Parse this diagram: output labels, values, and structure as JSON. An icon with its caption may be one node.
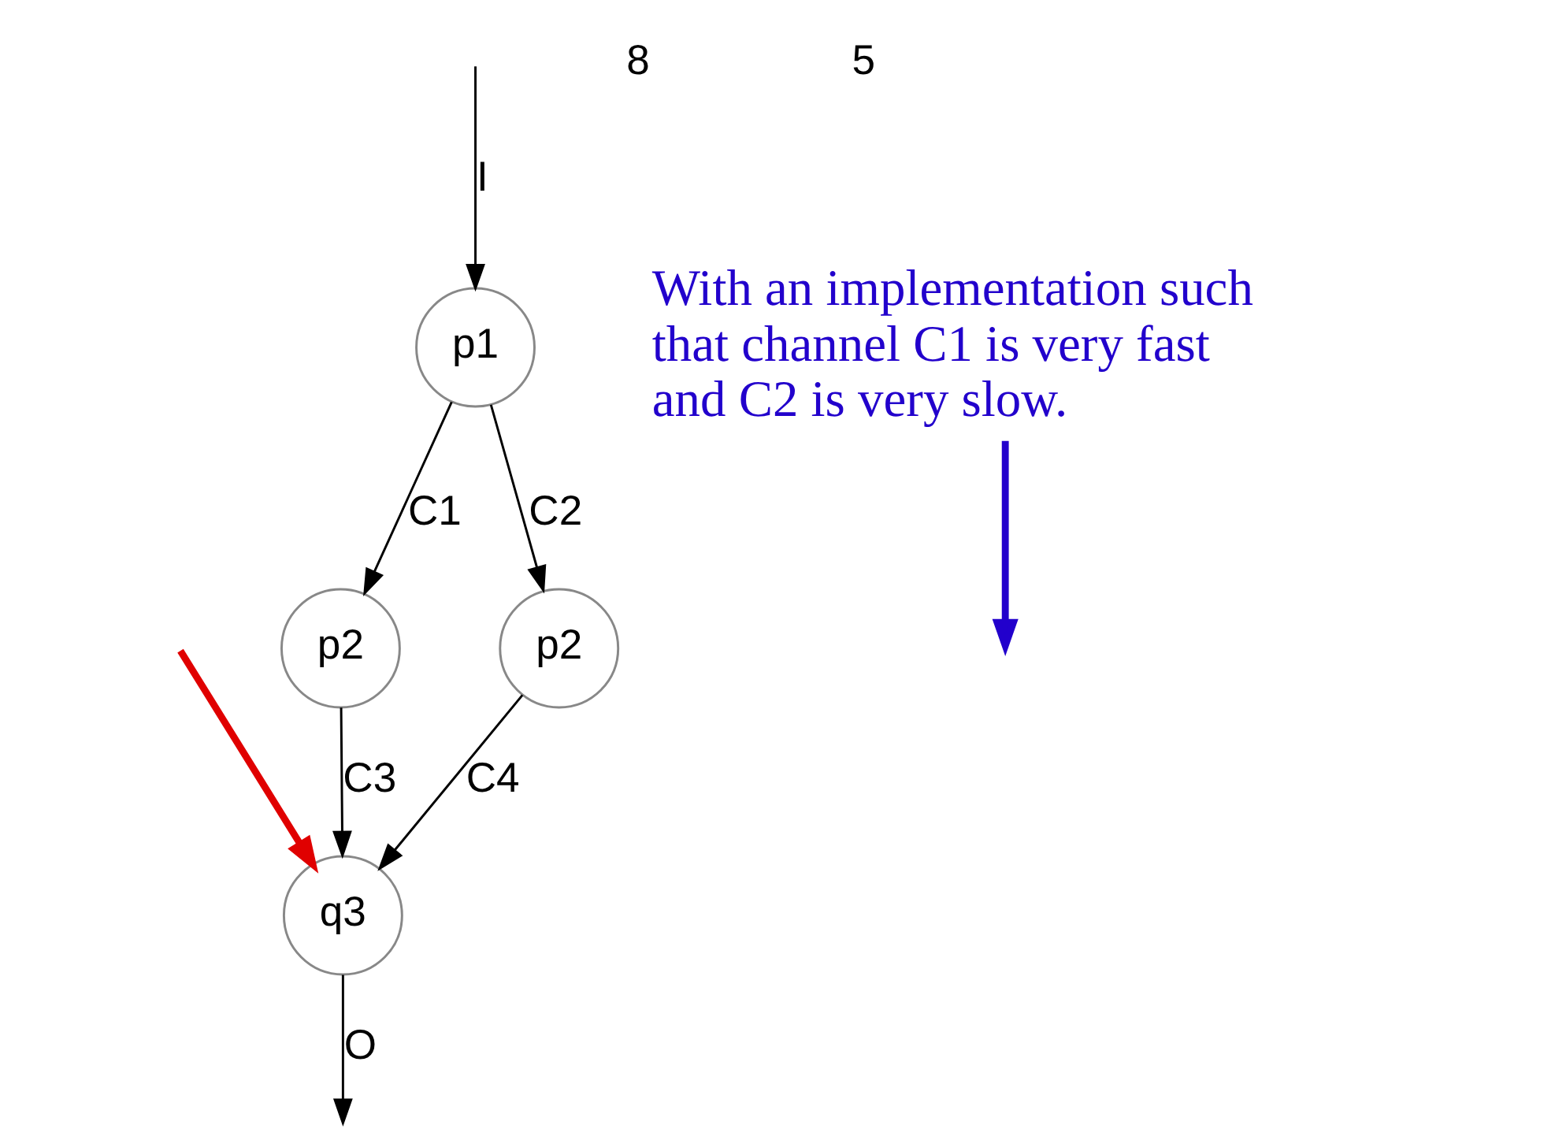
{
  "diagram": {
    "nodes": [
      {
        "text": [
          "p1"
        ]
      },
      {
        "text": [
          "p2"
        ]
      },
      {
        "text": [
          "p2"
        ]
      },
      {
        "text": [
          "q3"
        ]
      },
      {
        "text": [
          "With an implementation such that channel C1 is very fast and C2 is very slow."
        ]
      }
    ],
    "edges": [
      {
        "from": null,
        "to": 0,
        "arrow": "to",
        "label": "I"
      },
      {
        "from": 0,
        "to": 1,
        "arrow": "to",
        "label": "C1"
      },
      {
        "from": 0,
        "to": 2,
        "arrow": "to",
        "label": "C2"
      },
      {
        "from": 1,
        "to": 3,
        "arrow": "to",
        "label": "C3"
      },
      {
        "from": 2,
        "to": 3,
        "arrow": "to",
        "label": "C4"
      },
      {
        "from": null,
        "to": 3,
        "arrow": "to",
        "color": "#e00000",
        "style": "thick"
      },
      {
        "from": 3,
        "to": null,
        "arrow": "to",
        "label": "O"
      },
      {
        "from": 4,
        "to": null,
        "arrow": "to",
        "color": "#2200cc",
        "style": "thick"
      }
    ],
    "labels": [
      "8",
      "5"
    ]
  }
}
